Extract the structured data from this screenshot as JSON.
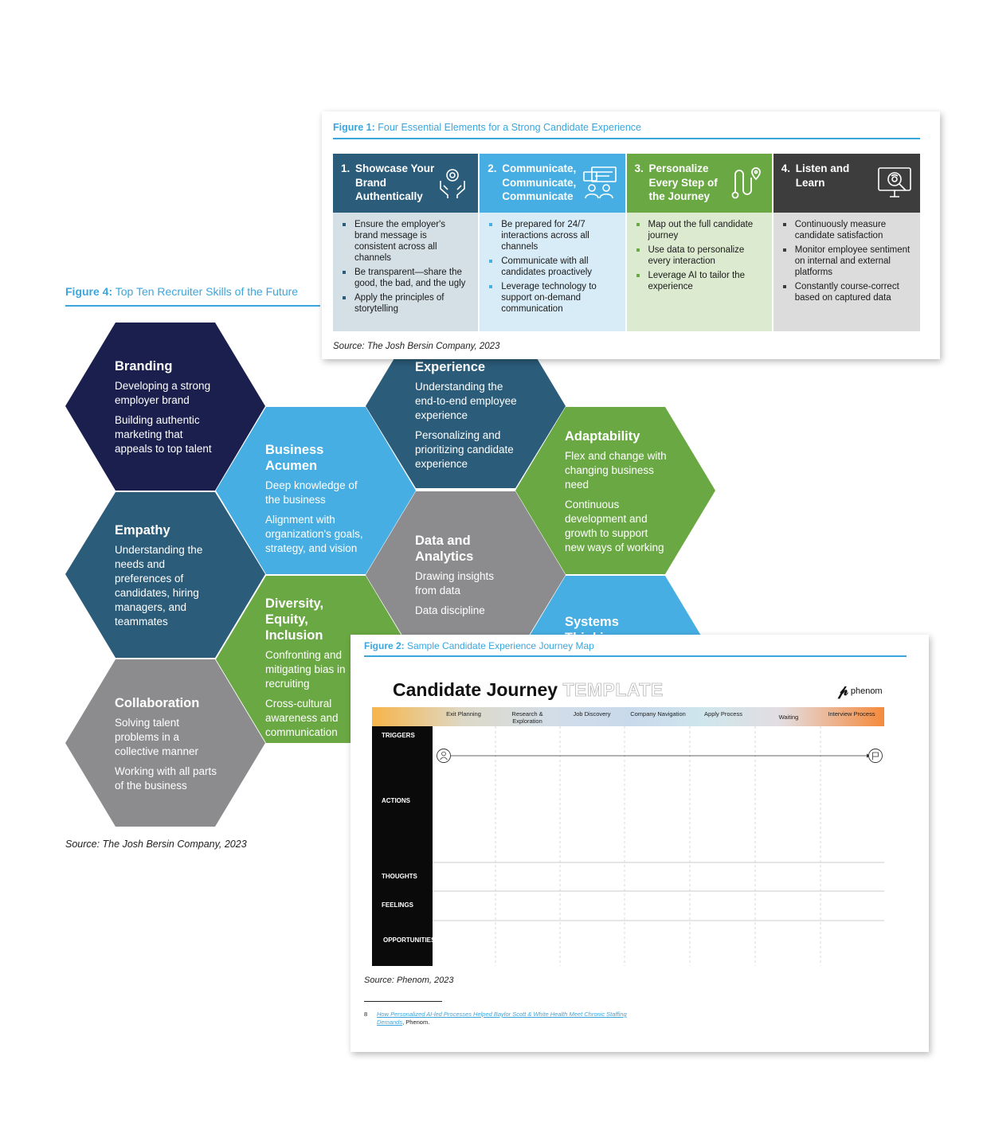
{
  "figure4": {
    "label": "Figure 4:",
    "title": " Top Ten Recruiter Skills of the Future",
    "source": "Source: The Josh Bersin Company, 2023",
    "hexes": [
      {
        "title": "Branding",
        "lines": [
          "Developing a strong employer brand",
          "Building authentic marketing that appeals to top talent"
        ],
        "color": "#1a1f4e"
      },
      {
        "title": "Business Acumen",
        "lines": [
          "Deep knowledge of the business",
          "Alignment with organization's goals, strategy, and vision"
        ],
        "color": "#46aee2"
      },
      {
        "title": "Experience",
        "lines": [
          "Understanding the end-to-end employee experience",
          "Personalizing and prioritizing candidate experience"
        ],
        "color": "#2b5c79"
      },
      {
        "title": "Adaptability",
        "lines": [
          "Flex and change with changing business need",
          "Continuous development and growth to support new ways of working"
        ],
        "color": "#6aa843"
      },
      {
        "title": "Empathy",
        "lines": [
          "Understanding the needs and preferences of candidates, hiring managers, and teammates"
        ],
        "color": "#2b5c79"
      },
      {
        "title": "Data and Analytics",
        "lines": [
          "Drawing insights from data",
          "Data discipline"
        ],
        "color": "#8c8c8e"
      },
      {
        "title": "Diversity, Equity, Inclusion",
        "lines": [
          "Confronting and mitigating bias in recruiting",
          "Cross-cultural awareness and communication"
        ],
        "color": "#6aa843"
      },
      {
        "title": "Systems Thinking",
        "lines": [],
        "color": "#46aee2"
      },
      {
        "title": "Collaboration",
        "lines": [
          "Solving talent problems in a collective manner",
          "Working with all parts of the business"
        ],
        "color": "#8c8c8e"
      }
    ]
  },
  "figure1": {
    "label": "Figure 1:",
    "title": " Four Essential Elements for a Strong Candidate Experience",
    "source": "Source: The Josh Bersin Company, 2023",
    "columns": [
      {
        "num": "1.",
        "title": "Showcase Your Brand Authentically",
        "icon": "hands-heart-icon",
        "head_color": "#2b5c79",
        "body_color": "#d4e0e6",
        "bullet_color": "#2b5c79",
        "bullets": [
          "Ensure the employer's brand message is consistent across all channels",
          "Be transparent—share the good, the bad, and the ugly",
          "Apply the principles of storytelling"
        ]
      },
      {
        "num": "2.",
        "title": "Communicate, Communicate, Communicate",
        "icon": "chat-people-icon",
        "head_color": "#46aee2",
        "body_color": "#d8ecf7",
        "bullet_color": "#46aee2",
        "bullets": [
          "Be prepared for 24/7 interactions across all channels",
          "Communicate with all candidates proactively",
          "Leverage technology to support on-demand communication"
        ]
      },
      {
        "num": "3.",
        "title": "Personalize Every Step of the Journey",
        "icon": "route-path-icon",
        "head_color": "#6aa843",
        "body_color": "#dcebd0",
        "bullet_color": "#6aa843",
        "bullets": [
          "Map out the full candidate journey",
          "Use data to personalize every interaction",
          "Leverage AI to tailor the experience"
        ]
      },
      {
        "num": "4.",
        "title": "Listen and Learn",
        "icon": "monitor-search-icon",
        "head_color": "#3d3d3d",
        "body_color": "#dcdcdc",
        "bullet_color": "#3d3d3d",
        "bullets": [
          "Continuously measure candidate satisfaction",
          "Monitor employee sentiment on internal and external platforms",
          "Constantly course-correct based on captured data"
        ]
      }
    ]
  },
  "figure2": {
    "label": "Figure 2:",
    "title": " Sample Candidate Experience Journey Map",
    "heading": "Candidate Journey",
    "heading_outline": "TEMPLATE",
    "logo_text": "phenom",
    "stages": [
      "Exit Planning",
      "Research & Exploration",
      "Job Discovery",
      "Company Navigation",
      "Apply Process",
      "Waiting",
      "Interview Process"
    ],
    "rows": [
      "TRIGGERS",
      "ACTIONS",
      "THOUGHTS",
      "FEELINGS",
      "OPPORTUNITIES"
    ],
    "source": "Source: Phenom, 2023",
    "footnote_num": "8",
    "footnote_link": "How Personalized AI-led Processes Helped Baylor Scott & White Health Meet Chronic Staffing Demands",
    "footnote_suffix": ", Phenom."
  }
}
